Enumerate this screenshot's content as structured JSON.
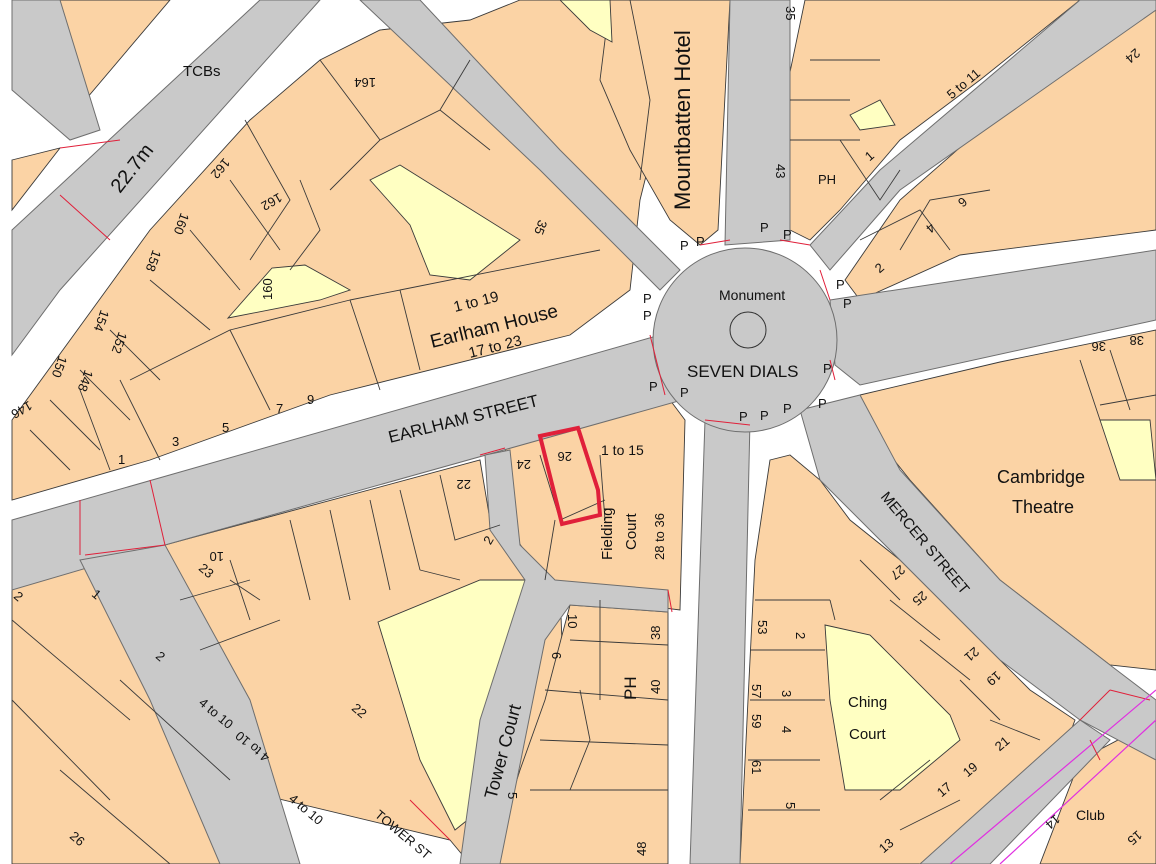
{
  "map": {
    "colors": {
      "building": "#fbd3a5",
      "yard": "#ffffc2",
      "road": "#c9c9c9",
      "boundary": "#e0203a",
      "highlight": "#e0203a"
    },
    "roads": {
      "earlham_street": "EARLHAM STREET",
      "mercer_street": "MERCER STREET",
      "tower_street": "TOWER ST",
      "tower_court": "Tower Court",
      "seven_dials": "SEVEN DIALS",
      "monument": "Monument"
    },
    "buildings": {
      "mountbatten_hotel": "Mountbatten Hotel",
      "earlham_house": "Earlham House",
      "earlham_house_a": "1 to 19",
      "earlham_house_b": "17 to 23",
      "cambridge_theatre_1": "Cambridge",
      "cambridge_theatre_2": "Theatre",
      "ching_court_1": "Ching",
      "ching_court_2": "Court",
      "fielding_court_1": "Fielding",
      "fielding_court_2": "Court",
      "fielding_a": "1 to 15",
      "fielding_b": "28 to 36",
      "club": "Club",
      "tcbs": "TCBs",
      "spot_height": "22.7m"
    },
    "parking": [
      "P",
      "P",
      "P",
      "P",
      "P",
      "P",
      "P",
      "P",
      "P",
      "P",
      "P",
      "P",
      "P",
      "P",
      "P"
    ],
    "numbers": {
      "n164": "164",
      "n162a": "162",
      "n162b": "162",
      "n160a": "160",
      "n160b": "160",
      "n158": "158",
      "n154": "154",
      "n152": "152",
      "n150": "150",
      "n148": "148",
      "n146": "146",
      "n35a": "35",
      "n35b": "35",
      "n1a": "1",
      "n3": "3",
      "n5a": "5",
      "n7": "7",
      "n9": "9",
      "n26a": "26",
      "n24a": "24",
      "n22a": "22",
      "n2a": "2",
      "n10a": "10",
      "n23a": "23",
      "n2b": "2",
      "n1b": "1",
      "n2c": "2",
      "n22b": "22",
      "n4to10a": "4 to 10",
      "n4to10b": "4 to 10",
      "n4to10c": "4 to 10",
      "n26b": "26",
      "n10b": "10",
      "n6a": "6",
      "n38a": "38",
      "n40": "40",
      "ph1": "PH",
      "n5b": "5",
      "n48": "48",
      "n43": "43",
      "ph2": "PH",
      "n1c": "1",
      "n5to11": "5 to 11",
      "n24b": "24",
      "n6b": "6",
      "n4": "4",
      "n2d": "2",
      "n36": "36",
      "n38b": "38",
      "n27": "27",
      "n25": "25",
      "n21a": "21",
      "n19a": "19",
      "n21b": "21",
      "n19b": "19",
      "n17": "17",
      "n53": "53",
      "n2e": "2",
      "n57": "57",
      "n59": "59",
      "n3b": "3",
      "n4b": "4",
      "n61": "61",
      "n5c": "5",
      "n13": "13",
      "n14": "14",
      "n15": "15"
    }
  }
}
